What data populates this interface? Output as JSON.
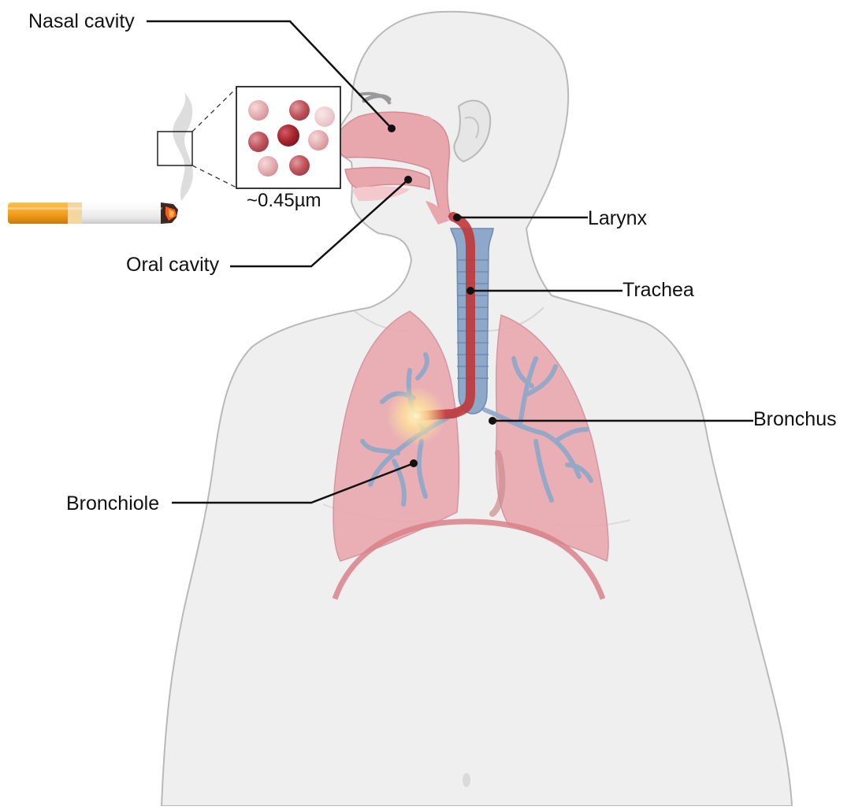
{
  "labels": {
    "nasal_cavity": "Nasal cavity",
    "oral_cavity": "Oral cavity",
    "larynx": "Larynx",
    "trachea": "Trachea",
    "bronchus": "Bronchus",
    "bronchiole": "Bronchiole",
    "particle_size": "~0.45µm"
  },
  "colors": {
    "body_fill": "#efefef",
    "body_outline": "#b9b9b9",
    "airway_fill": "#e8a6ad",
    "lung_fill": "#e9a5ab",
    "trachea_blue": "#8ea8c9",
    "smoke_path_red": "#c0373a",
    "cigarette_filter": "#f0a020",
    "particle_dark": "#9e2028",
    "particle_light": "#e6b2b6",
    "leader_line": "#111111"
  },
  "icons": [
    "cigarette-icon",
    "smoke-icon",
    "particle-icon"
  ]
}
